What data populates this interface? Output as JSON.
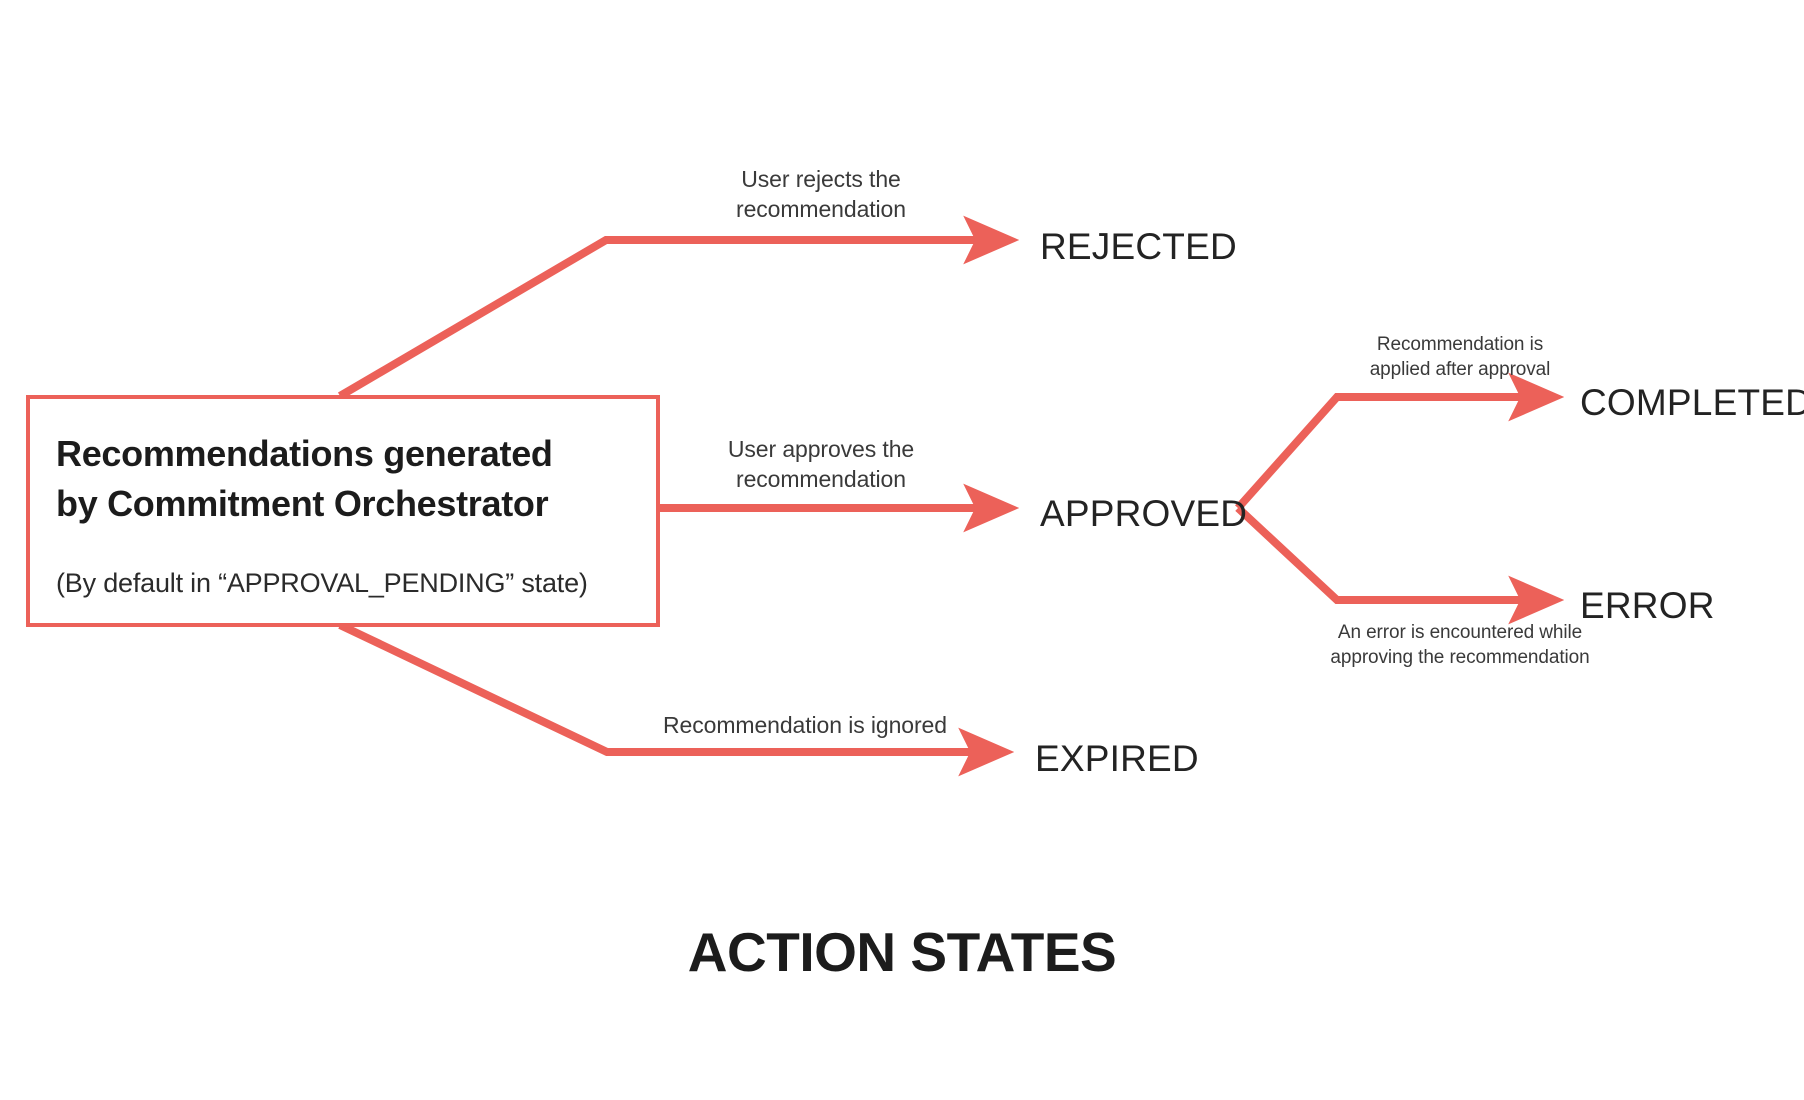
{
  "diagram": {
    "title": "ACTION STATES",
    "accent_color": "#EC6159",
    "text_color": "#232323",
    "background": "#ffffff"
  },
  "source": {
    "title": "Recommendations generated\nby Commitment Orchestrator",
    "subtitle": "(By default in “APPROVAL_PENDING” state)"
  },
  "states": {
    "rejected": "REJECTED",
    "approved": "APPROVED",
    "expired": "EXPIRED",
    "completed": "COMPLETED",
    "error": "ERROR"
  },
  "edges": {
    "rejected": "User rejects the\nrecommendation",
    "approved": "User approves the\nrecommendation",
    "expired": "Recommendation is ignored",
    "completed": "Recommendation is\napplied after approval",
    "error": "An error is encountered while\napproving the recommendation"
  },
  "chart_data": {
    "type": "diagram",
    "title": "ACTION STATES",
    "nodes": [
      {
        "id": "source",
        "label": "Recommendations generated by Commitment Orchestrator",
        "note": "(By default in “APPROVAL_PENDING” state)",
        "shape": "rectangle"
      },
      {
        "id": "rejected",
        "label": "REJECTED",
        "shape": "text"
      },
      {
        "id": "approved",
        "label": "APPROVED",
        "shape": "text"
      },
      {
        "id": "expired",
        "label": "EXPIRED",
        "shape": "text"
      },
      {
        "id": "completed",
        "label": "COMPLETED",
        "shape": "text"
      },
      {
        "id": "error",
        "label": "ERROR",
        "shape": "text"
      }
    ],
    "links": [
      {
        "from": "source",
        "to": "rejected",
        "label": "User rejects the recommendation"
      },
      {
        "from": "source",
        "to": "approved",
        "label": "User approves the recommendation"
      },
      {
        "from": "source",
        "to": "expired",
        "label": "Recommendation is ignored"
      },
      {
        "from": "approved",
        "to": "completed",
        "label": "Recommendation is applied after approval"
      },
      {
        "from": "approved",
        "to": "error",
        "label": "An error is encountered while approving the recommendation"
      }
    ]
  }
}
